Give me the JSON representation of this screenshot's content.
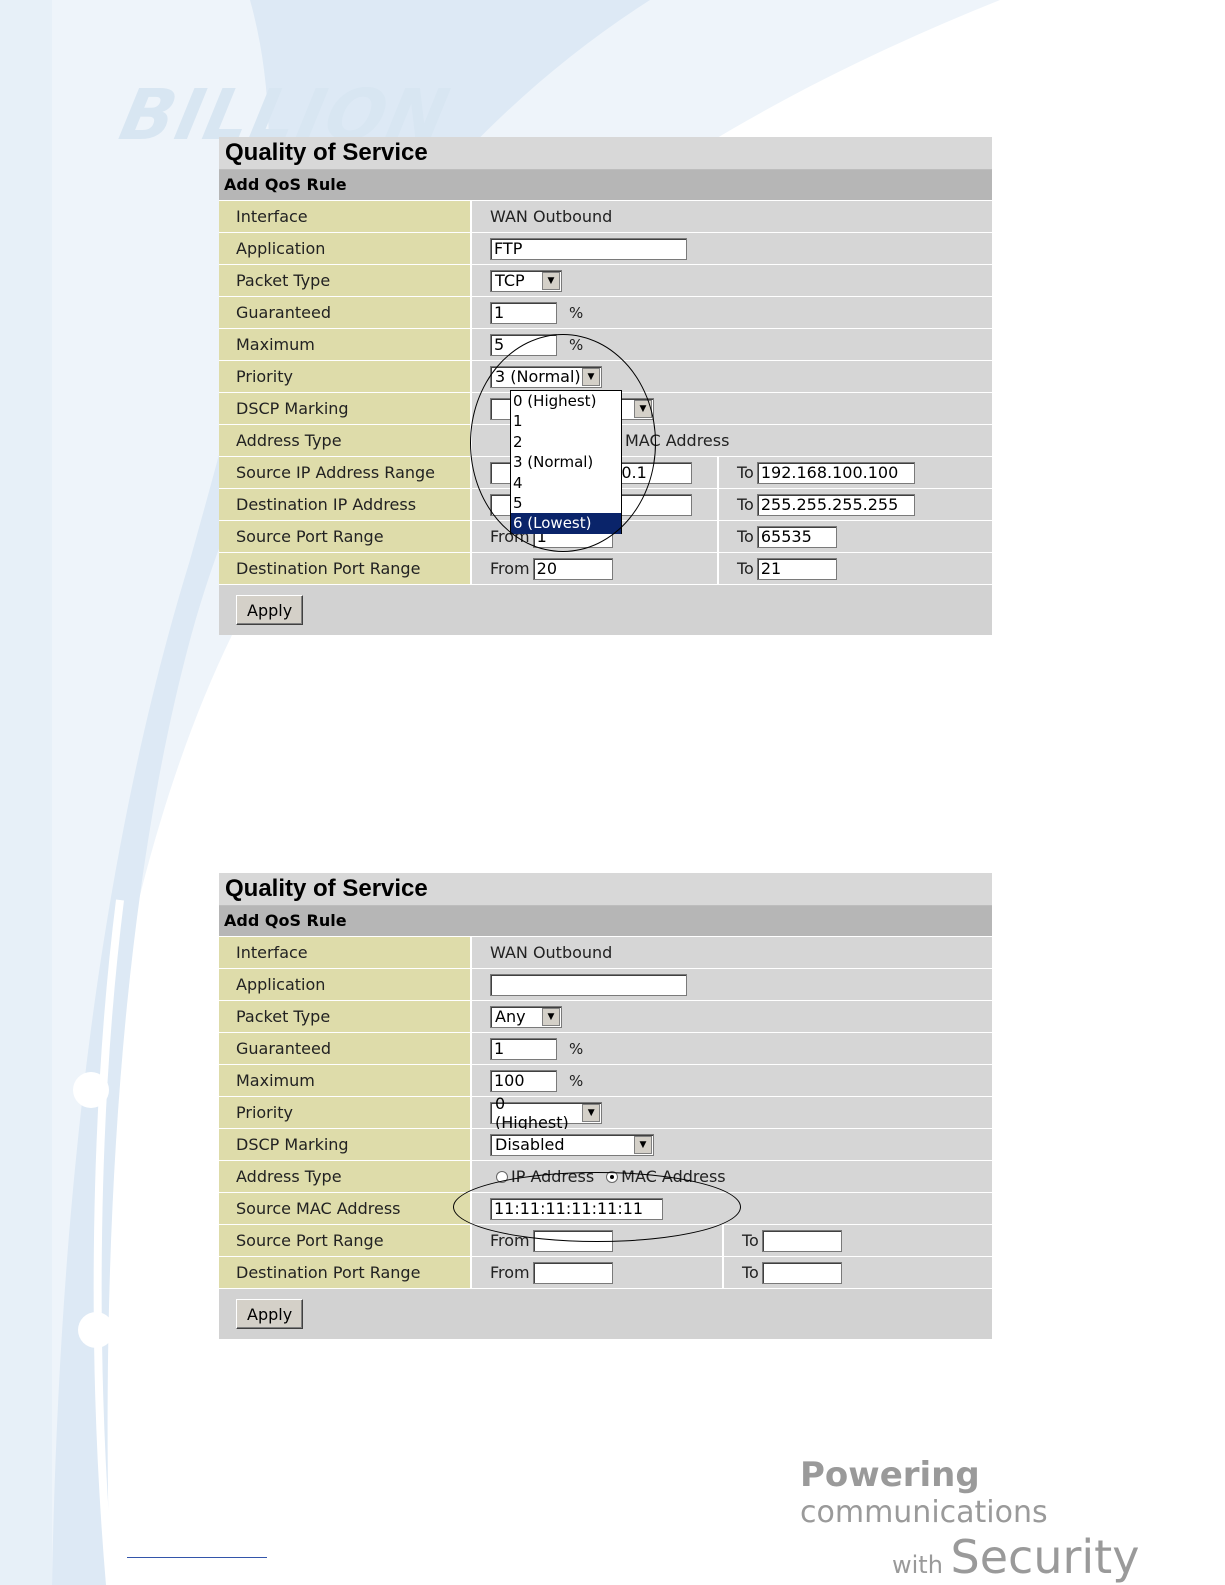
{
  "branding": {
    "logo_text": "BILLION",
    "tagline_line1_a": "Powering",
    "tagline_line1_b": " communications",
    "tagline_line2_a": "with ",
    "tagline_line2_b": "Security"
  },
  "labels": {
    "interface": "Interface",
    "application": "Application",
    "packet_type": "Packet Type",
    "guaranteed": "Guaranteed",
    "maximum": "Maximum",
    "priority": "Priority",
    "dscp_marking": "DSCP Marking",
    "address_type": "Address Type",
    "source_ip_range": "Source IP Address Range",
    "dest_ip_range": "Destination IP Address Range",
    "source_mac": "Source MAC Address",
    "source_port_range": "Source Port Range",
    "dest_port_range": "Destination Port Range",
    "percent": "%",
    "from": "From",
    "to": "To",
    "ip_address": "IP Address",
    "mac_address": "MAC Address"
  },
  "panel1": {
    "title": "Quality of Service",
    "subtitle": "Add QoS Rule",
    "interface": "WAN Outbound",
    "application": "FTP",
    "packet_type": "TCP",
    "guaranteed": "1",
    "maximum": "5",
    "priority": "3 (Normal)",
    "priority_options": [
      "0 (Highest)",
      "1",
      "2",
      "3 (Normal)",
      "4",
      "5",
      "6 (Lowest)"
    ],
    "priority_highlighted": "6 (Lowest)",
    "source_ip_from": "100.1",
    "source_ip_to": "192.168.100.100",
    "dest_ip_to": "255.255.255.255",
    "source_port_from": "1",
    "source_port_to": "65535",
    "dest_port_from": "20",
    "dest_port_to": "21",
    "apply_label": "Apply"
  },
  "panel2": {
    "title": "Quality of Service",
    "subtitle": "Add QoS Rule",
    "interface": "WAN Outbound",
    "application": "",
    "packet_type": "Any",
    "guaranteed": "1",
    "maximum": "100",
    "priority": "0 (Highest)",
    "dscp_marking": "Disabled",
    "address_type_selected": "MAC Address",
    "source_mac": "11:11:11:11:11:11",
    "source_port_from": "",
    "source_port_to": "",
    "dest_port_from": "",
    "dest_port_to": "",
    "apply_label": "Apply"
  }
}
